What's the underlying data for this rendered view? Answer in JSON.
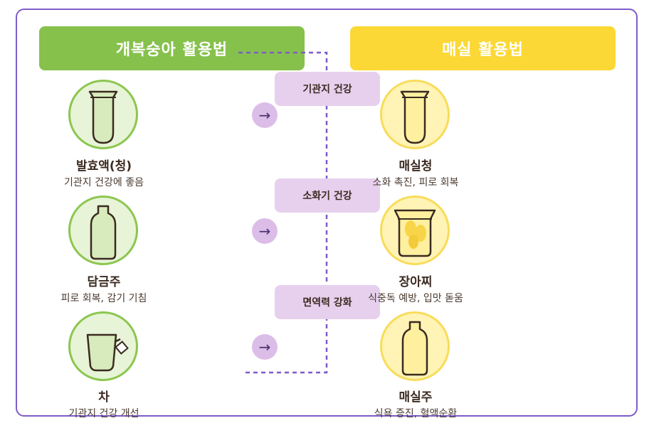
{
  "left_header": "개복숭아 활용법",
  "right_header": "매실 활용법",
  "left_items": [
    {
      "title": "발효액(청)",
      "desc": "기관지 건강에 좋음",
      "icon": "jar-icon"
    },
    {
      "title": "담금주",
      "desc": "피로 회복, 감기 기침",
      "icon": "bottle-icon"
    },
    {
      "title": "차",
      "desc": "기관지 건강 개선",
      "icon": "tea-cup-icon"
    }
  ],
  "benefits": [
    "기관지 건강",
    "소화기 건강",
    "면역력 강화"
  ],
  "arrow_symbol": "→",
  "right_items": [
    {
      "title": "매실청",
      "desc": "소화 촉진, 피로 회복",
      "icon": "jar-icon"
    },
    {
      "title": "장아찌",
      "desc": "식중독 예방, 입맛 돋움",
      "icon": "pickle-jar-icon"
    },
    {
      "title": "매실주",
      "desc": "식욕 증진, 혈액순환",
      "icon": "bottle-icon"
    }
  ],
  "colors": {
    "frame": "#7d5cc8",
    "left_accent": "#86c14c",
    "right_accent": "#fbd835",
    "arrow_bg": "#dcbde8",
    "pill_bg": "#e7d0ee",
    "connector": "#7d5cc8"
  }
}
